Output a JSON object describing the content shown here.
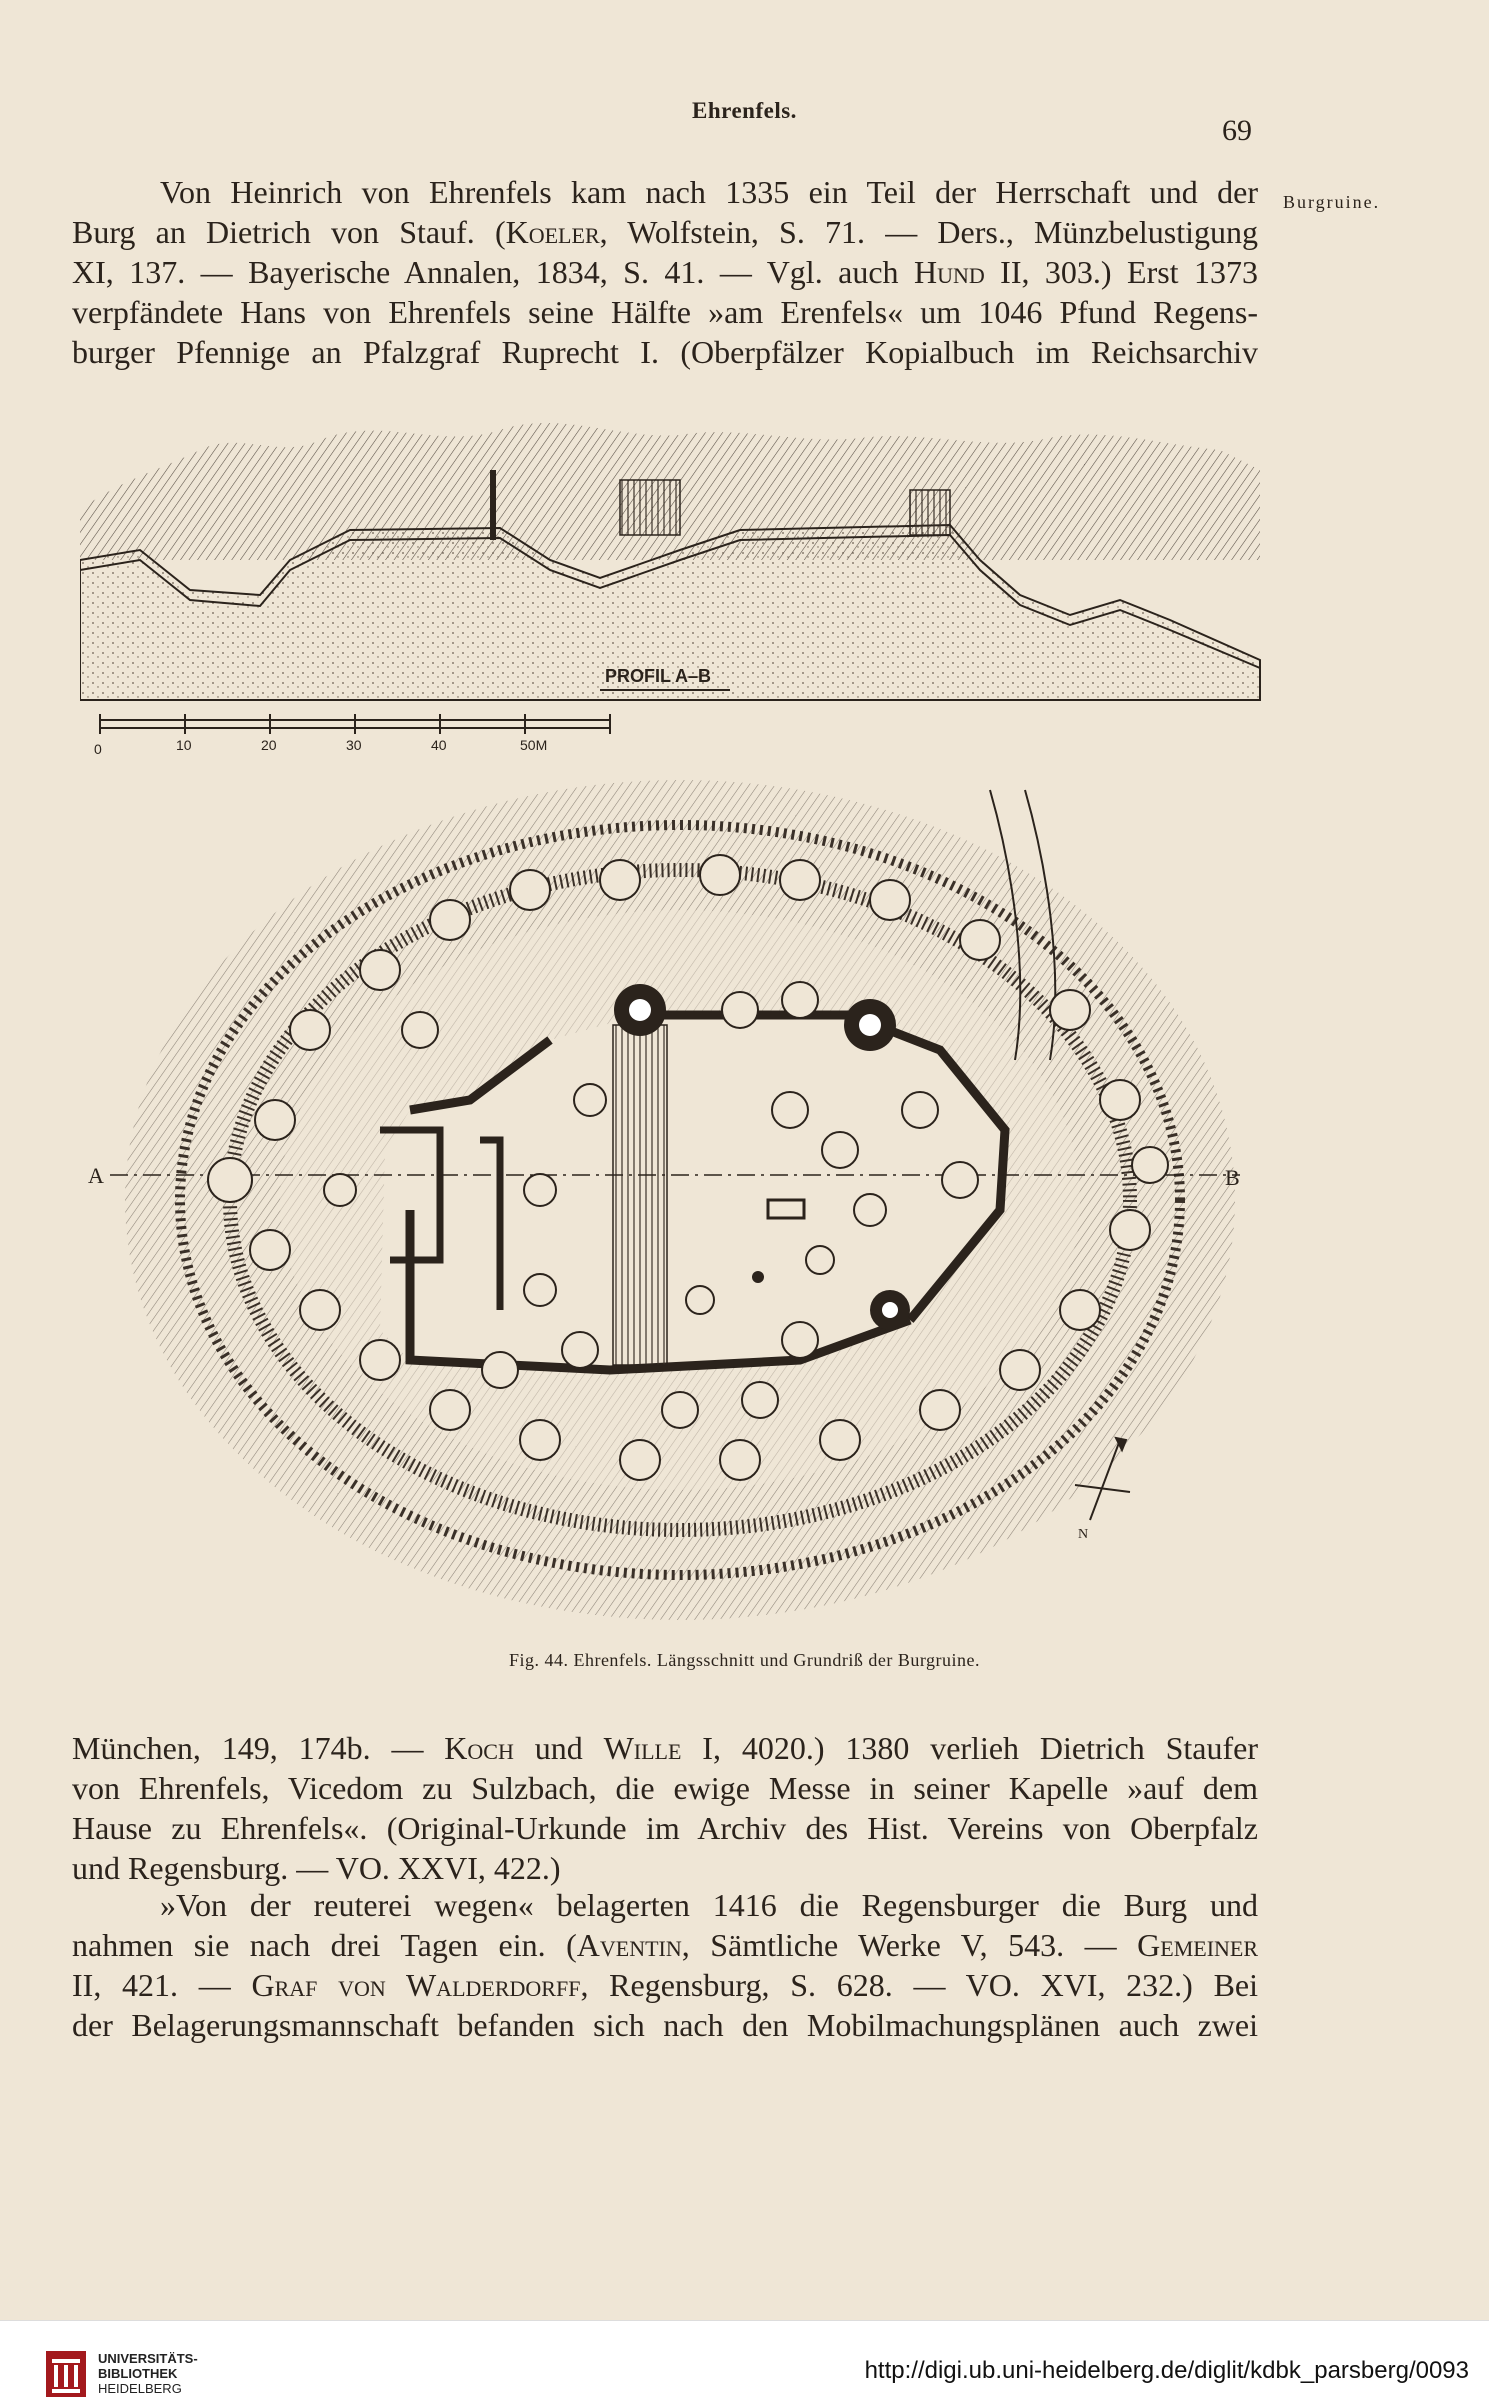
{
  "running_head": "Ehrenfels.",
  "page_number": "69",
  "margin_note": "Burgruine.",
  "paragraph1": {
    "l1": "Von Heinrich von Ehrenfels kam nach 1335 ein Teil der Herrschaft und der",
    "l2a": "Burg an Dietrich von Stauf. (",
    "l2b": "Koeler",
    "l2c": ", Wolfstein, S. 71. — Ders., Münzbelustigung",
    "l3a": "XI, 137. — Bayerische Annalen, 1834, S. 41. — Vgl. auch ",
    "l3b": "Hund",
    "l3c": " II, 303.) Erst 1373",
    "l4": "verpfändete Hans von Ehrenfels seine Hälfte »am Erenfels« um 1046 Pfund Regens-",
    "l5": "burger Pfennige an Pfalzgraf Ruprecht I. (Oberpfälzer Kopialbuch im Reichsarchiv"
  },
  "figure": {
    "profile_label": "PROFIL A–B",
    "scale_labels": [
      "0",
      "10",
      "20",
      "30",
      "40",
      "50M"
    ],
    "marker_a": "A",
    "marker_b": "B",
    "north_label": "N"
  },
  "caption": "Fig. 44. Ehrenfels. Längsschnitt und Grundriß der Burgruine.",
  "paragraph2": {
    "l1a": "München, 149, 174b. — ",
    "l1b": "Koch",
    "l1c": " und ",
    "l1d": "Wille",
    "l1e": " I, 4020.) 1380 verlieh Dietrich Staufer",
    "l2": "von Ehrenfels, Vicedom zu Sulzbach, die ewige Messe in seiner Kapelle »auf dem",
    "l3": "Hause zu Ehrenfels«. (Original-Urkunde im Archiv des Hist. Vereins von Oberpfalz",
    "l4": "und Regensburg. — VO. XXVI, 422.)"
  },
  "paragraph3": {
    "l1": "»Von der reuterei wegen« belagerten 1416 die Regensburger die Burg und",
    "l2a": "nahmen sie nach drei Tagen ein. (",
    "l2b": "Aventin",
    "l2c": ", Sämtliche Werke V, 543. — ",
    "l2d": "Gemeiner",
    "l3a": "II, 421. — ",
    "l3b": "Graf von Walderdorff",
    "l3c": ", Regensburg, S. 628. — VO. XVI, 232.) Bei",
    "l4": "der Belagerungsmannschaft befanden sich nach den Mobilmachungsplänen auch zwei"
  },
  "footer": {
    "institution_l1": "UNIVERSITÄTS-",
    "institution_l2": "BIBLIOTHEK",
    "institution_l3": "HEIDELBERG",
    "url": "http://digi.ub.uni-heidelberg.de/diglit/kdbk_parsberg/0093"
  }
}
